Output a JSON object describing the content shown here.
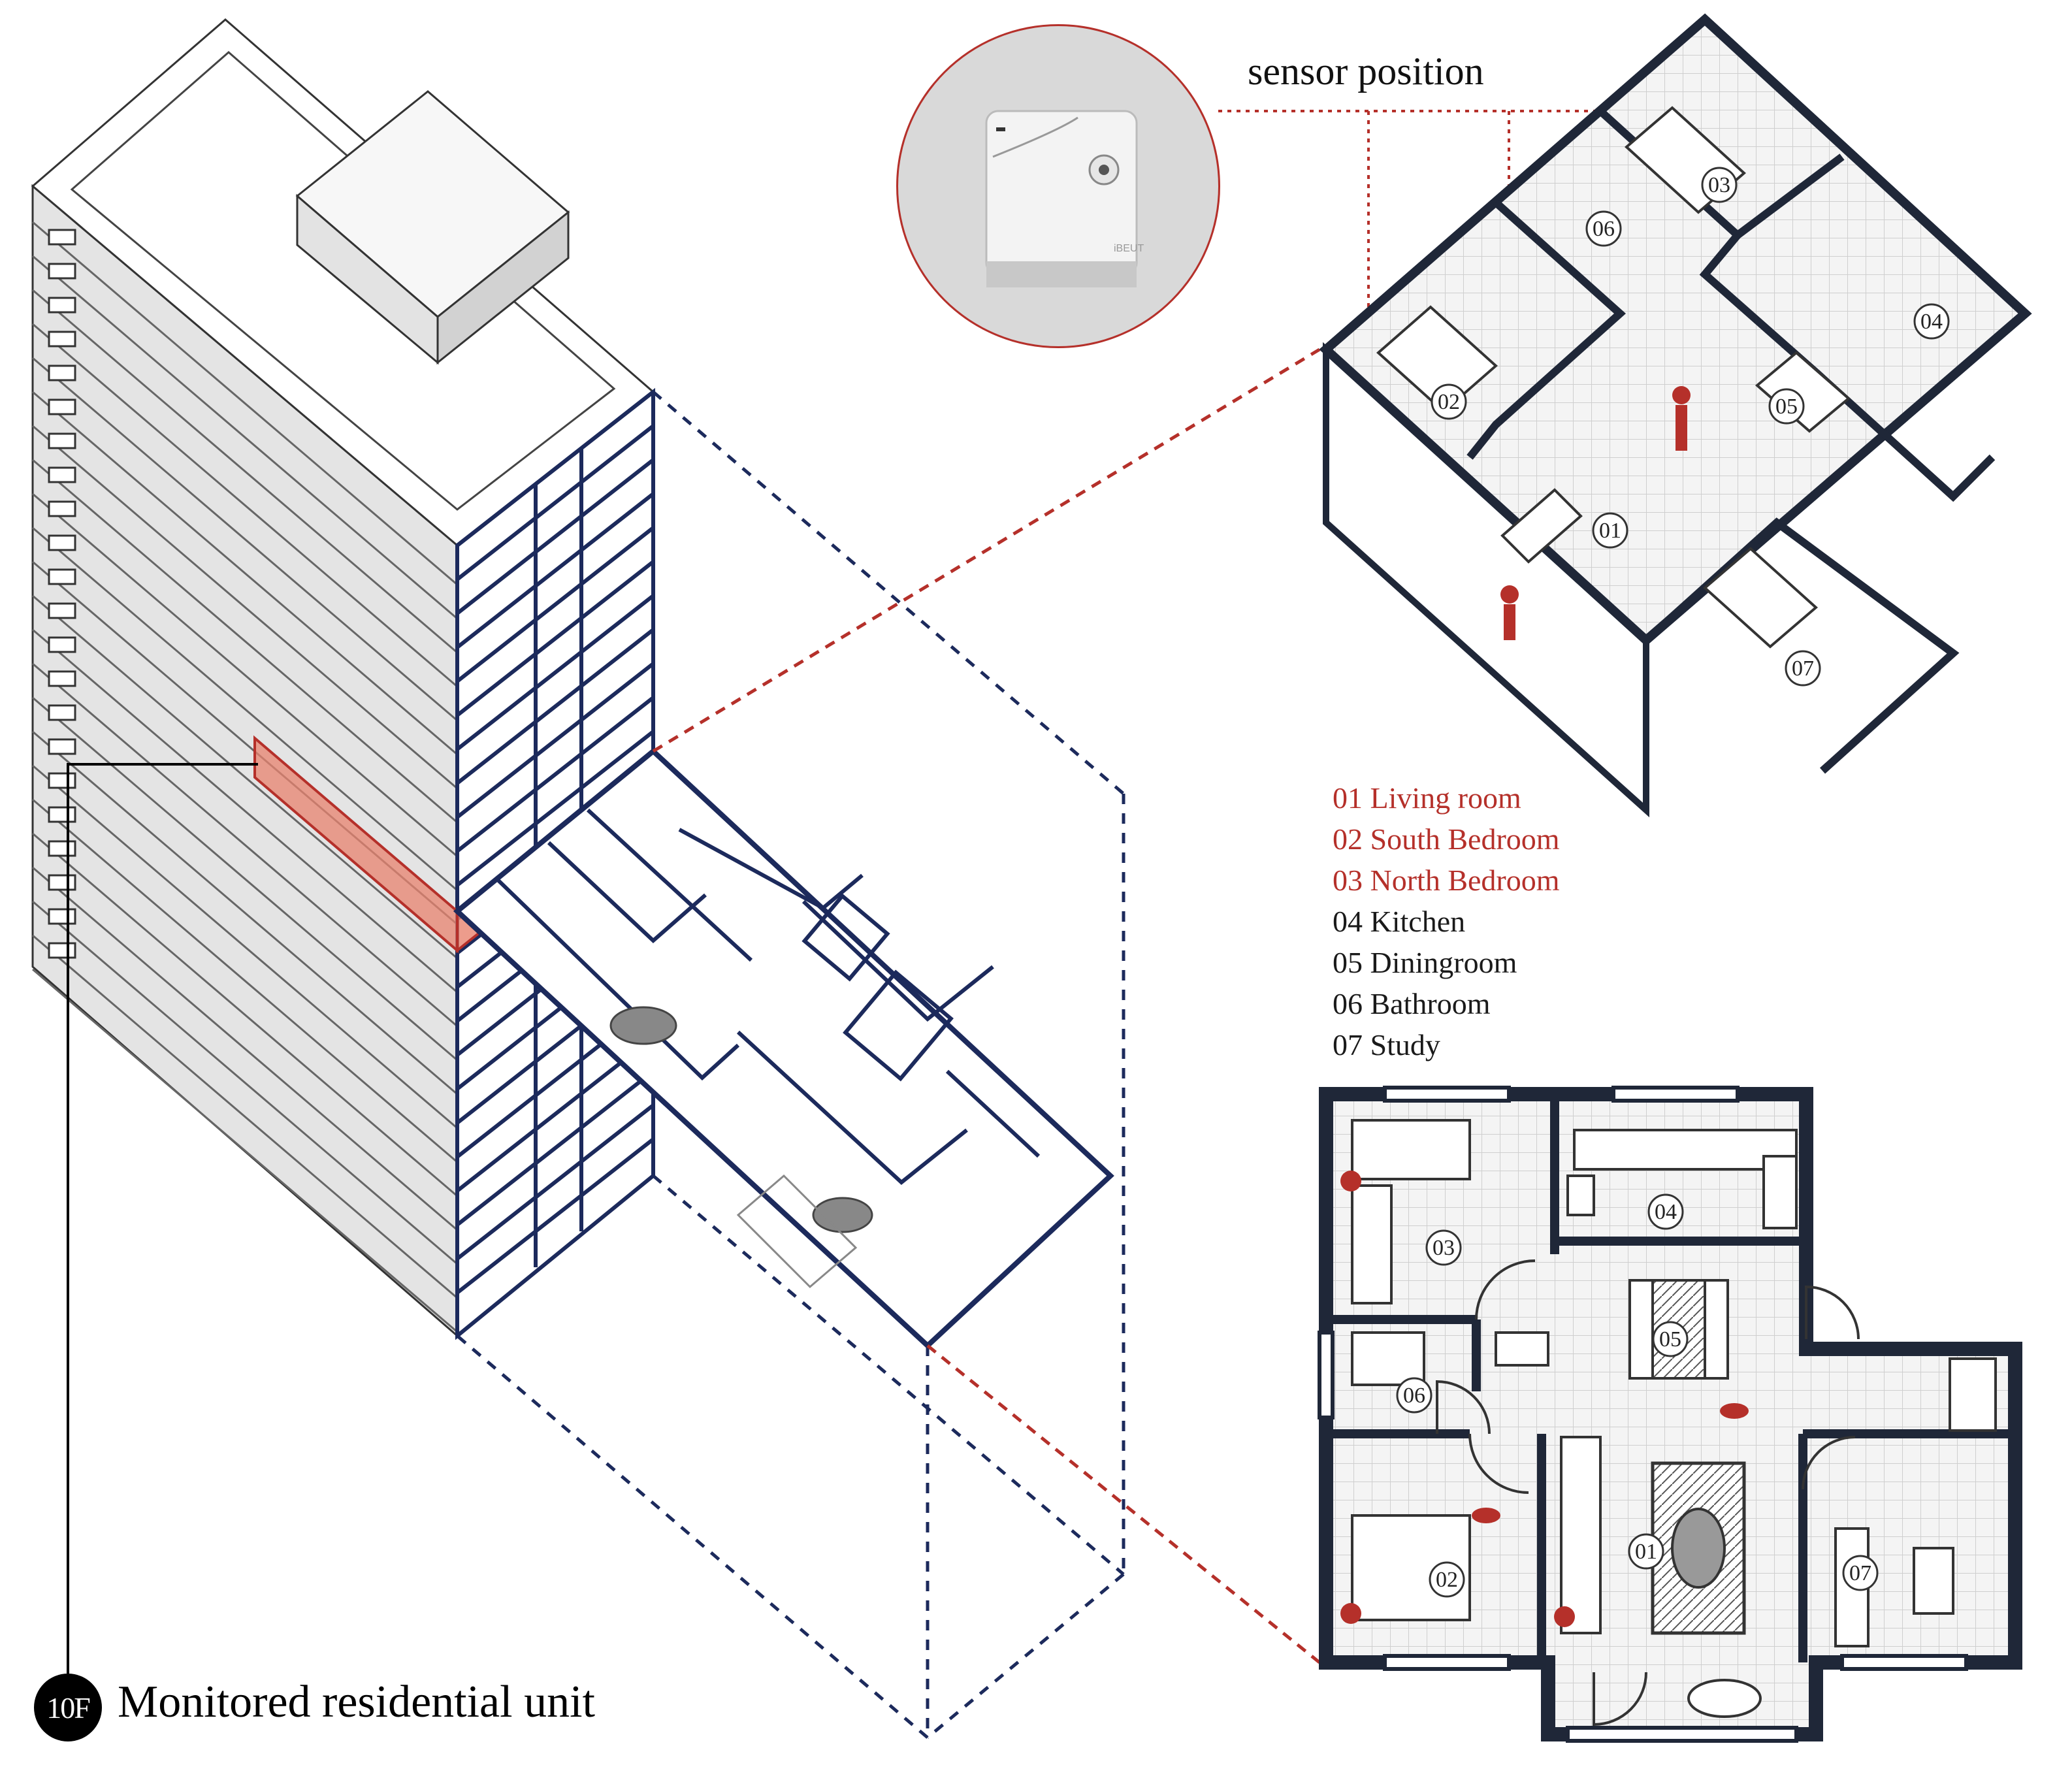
{
  "sensor_label": "sensor position",
  "device_brand": "iBEUT",
  "floor_badge": "10F",
  "caption": "Monitored residential unit",
  "colors": {
    "monitored": "#b5302a",
    "other": "#1a1a1a",
    "frame": "#1c2a5c",
    "highlight": "#e8836f"
  },
  "legend": [
    {
      "code": "01",
      "name": "Living room",
      "monitored": true
    },
    {
      "code": "02",
      "name": "South Bedroom",
      "monitored": true
    },
    {
      "code": "03",
      "name": "North Bedroom",
      "monitored": true
    },
    {
      "code": "04",
      "name": "Kitchen",
      "monitored": false
    },
    {
      "code": "05",
      "name": "Diningroom",
      "monitored": false
    },
    {
      "code": "06",
      "name": "Bathroom",
      "monitored": false
    },
    {
      "code": "07",
      "name": "Study",
      "monitored": false
    }
  ],
  "iso_room_tags": [
    "01",
    "02",
    "03",
    "04",
    "05",
    "06",
    "07"
  ],
  "plan_room_tags": [
    "01",
    "02",
    "03",
    "04",
    "05",
    "06",
    "07"
  ]
}
